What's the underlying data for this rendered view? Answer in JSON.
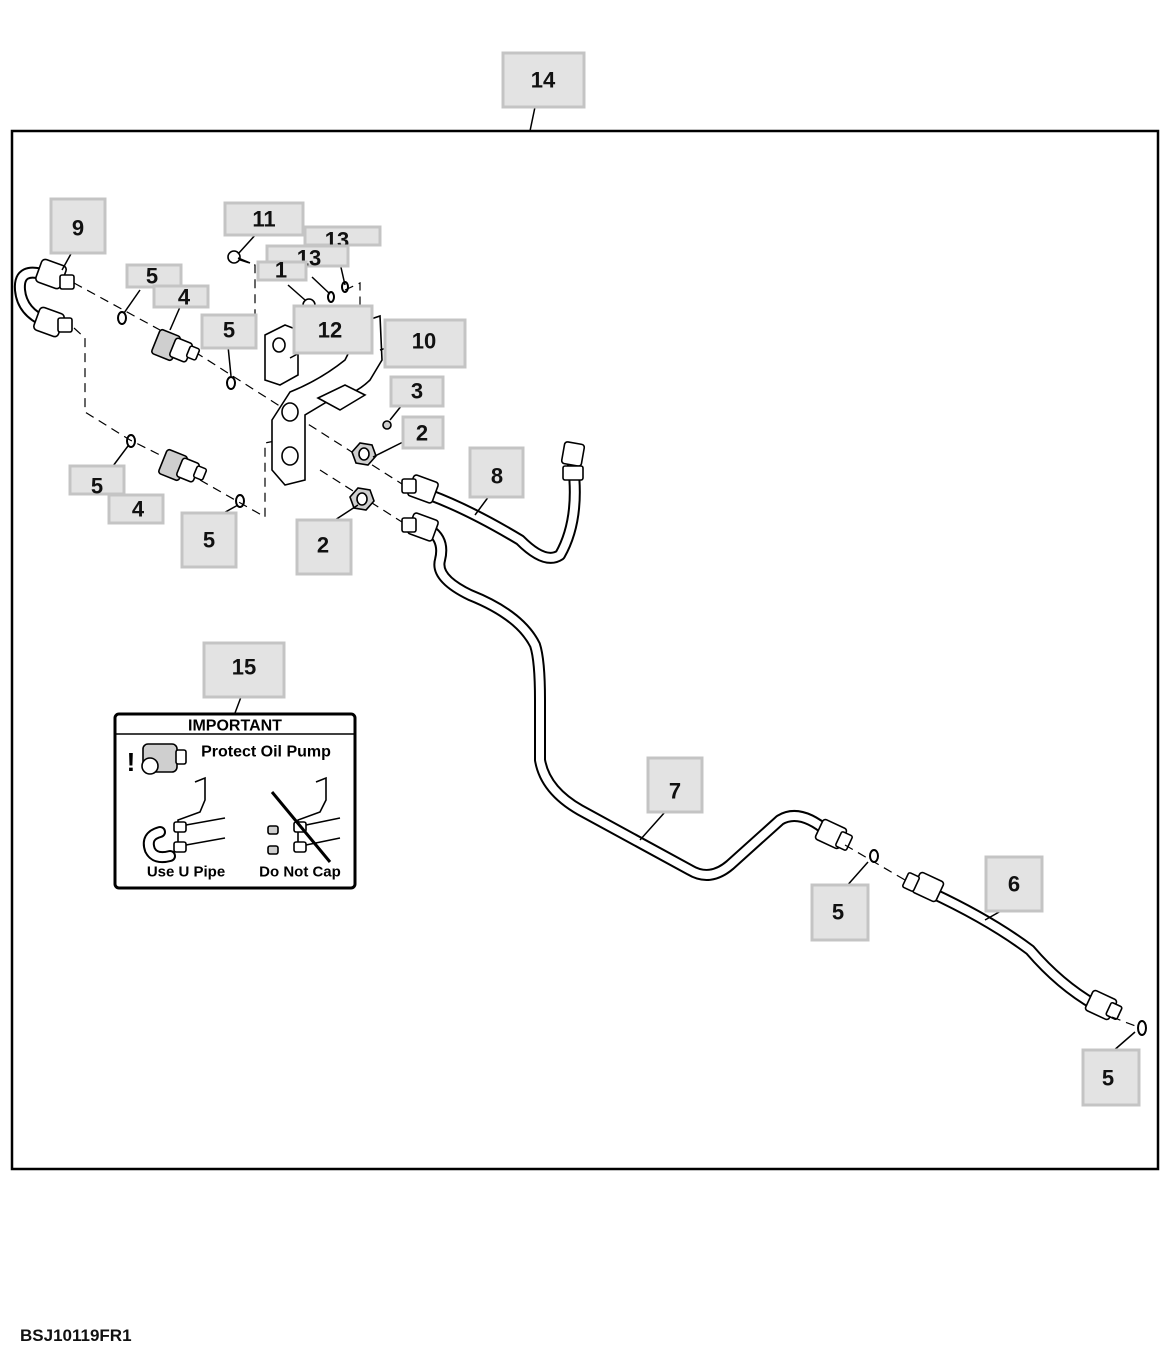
{
  "callouts": [
    {
      "label": "14"
    },
    {
      "label": "9"
    },
    {
      "label": "11"
    },
    {
      "label": "13"
    },
    {
      "label": "13"
    },
    {
      "label": "1"
    },
    {
      "label": "5"
    },
    {
      "label": "4"
    },
    {
      "label": "5"
    },
    {
      "label": "12"
    },
    {
      "label": "10"
    },
    {
      "label": "3"
    },
    {
      "label": "2"
    },
    {
      "label": "8"
    },
    {
      "label": "5"
    },
    {
      "label": "4"
    },
    {
      "label": "5"
    },
    {
      "label": "2"
    },
    {
      "label": "15"
    },
    {
      "label": "7"
    },
    {
      "label": "5"
    },
    {
      "label": "6"
    },
    {
      "label": "5"
    }
  ],
  "important_box": {
    "title": "IMPORTANT",
    "message": "Protect Oil Pump",
    "left_caption": "Use U Pipe",
    "right_caption": "Do Not Cap"
  },
  "footer_code": "BSJ10119FR1"
}
